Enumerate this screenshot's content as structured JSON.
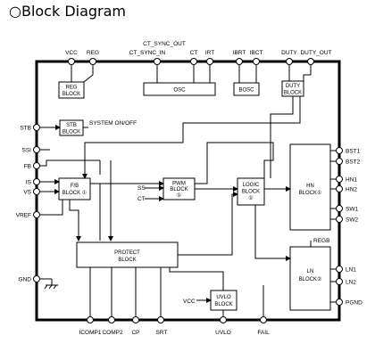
{
  "title": "○Block Diagram",
  "pins": {
    "vcc": "VCC",
    "reg": "REG",
    "ct_sync_out": "CT_SYNC_OUT",
    "ct_sync_in": "CT_SYNC_IN",
    "ct": "CT",
    "irt": "IRT",
    "ibrt": "IBRT",
    "ibct": "IBCT",
    "duty": "DUTY",
    "duty_out": "DUTY_OUT",
    "stb": "STB",
    "ssi": "SSI",
    "fb": "FB",
    "is": "IS",
    "vs": "VS",
    "vref": "VREF",
    "gnd": "GND",
    "bst1": "BST1",
    "bst2": "BST2",
    "hn1": "HN1",
    "hn2": "HN2",
    "sw1": "SW1",
    "sw2": "SW2",
    "ln1": "LN1",
    "ln2": "LN2",
    "pgnd": "PGND",
    "icomp1": "ICOMP1",
    "comp2": "COMP2",
    "cp": "CP",
    "srt": "SRT",
    "uvlo": "UVLO",
    "fail": "FAIL"
  },
  "blocks": {
    "reg": [
      "REG",
      "BLOCK"
    ],
    "osc": [
      "OSC"
    ],
    "bosc": [
      "BOSC"
    ],
    "duty": [
      "DUTY",
      "BLOCK"
    ],
    "stb": [
      "STB",
      "BLOCK"
    ],
    "fb": [
      "F/B",
      "BLOCK ①"
    ],
    "pwm": [
      "PWM",
      "BLOCK",
      "①"
    ],
    "logic": [
      "LOGIC",
      "BLOCK",
      "①"
    ],
    "hn": [
      "HN",
      "BLOCK①"
    ],
    "ln": [
      "LN",
      "BLOCK②"
    ],
    "protect": [
      "PROTECT",
      "BLOCK"
    ],
    "uvlo": [
      "UVLO",
      "BLOCK"
    ]
  },
  "labels": {
    "system_onoff": "SYSTEM  ON/OFF",
    "ss": "SS",
    "ct": "CT",
    "vcc": "VCC",
    "regb": "REGB"
  }
}
